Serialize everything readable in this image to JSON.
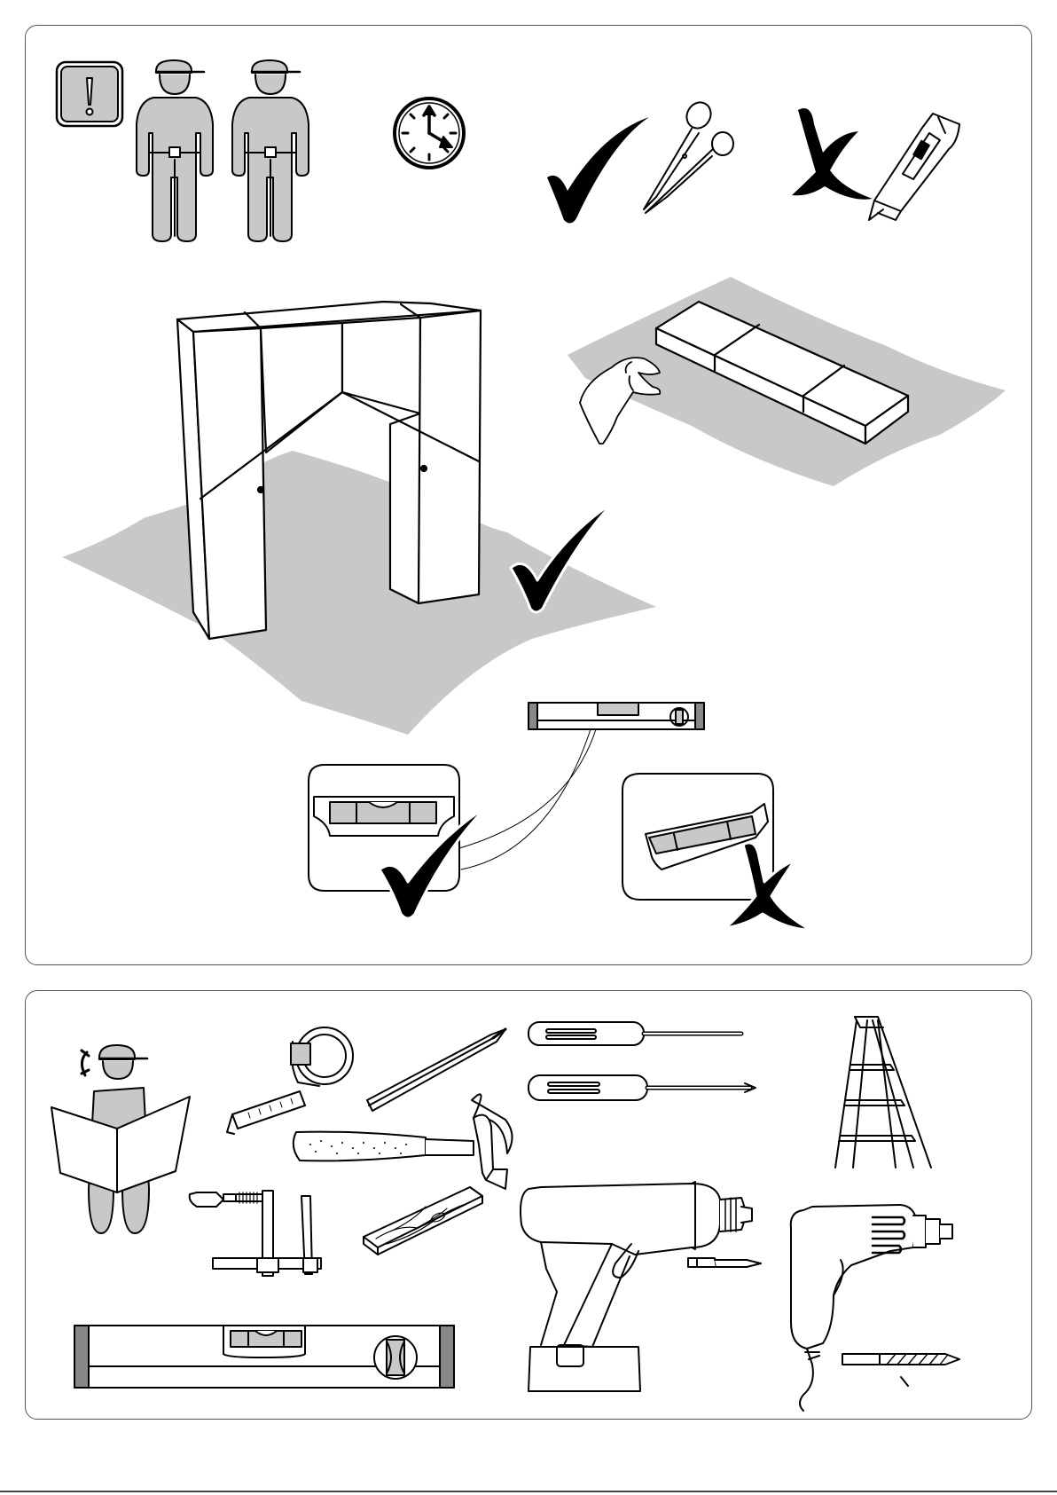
{
  "page": {
    "document_type": "assembly-instructions",
    "panels": [
      "safety-and-preparation",
      "required-tools"
    ]
  },
  "colors": {
    "line": "#000000",
    "fill_gray": "#c8c8c8",
    "floor_gray": "#c8c8c8",
    "panel_border": "#555555"
  },
  "icons": {
    "top": [
      "warning-icon",
      "two-person-icon",
      "clock-icon",
      "scissors-icon",
      "box-cutter-icon",
      "check-icon",
      "cross-icon",
      "wardrobe-illustration",
      "package-illustration",
      "spirit-level-icon"
    ],
    "bottom": [
      "person-reading-manual-icon",
      "tape-measure-icon",
      "pencil-icon",
      "flat-screwdriver-icon",
      "phillips-screwdriver-icon",
      "step-ladder-icon",
      "hammer-icon",
      "clamp-icon",
      "wood-plank-icon",
      "cordless-drill-icon",
      "drill-bit-icon",
      "electric-drill-icon",
      "twist-drill-bit-icon",
      "spirit-level-icon"
    ]
  }
}
